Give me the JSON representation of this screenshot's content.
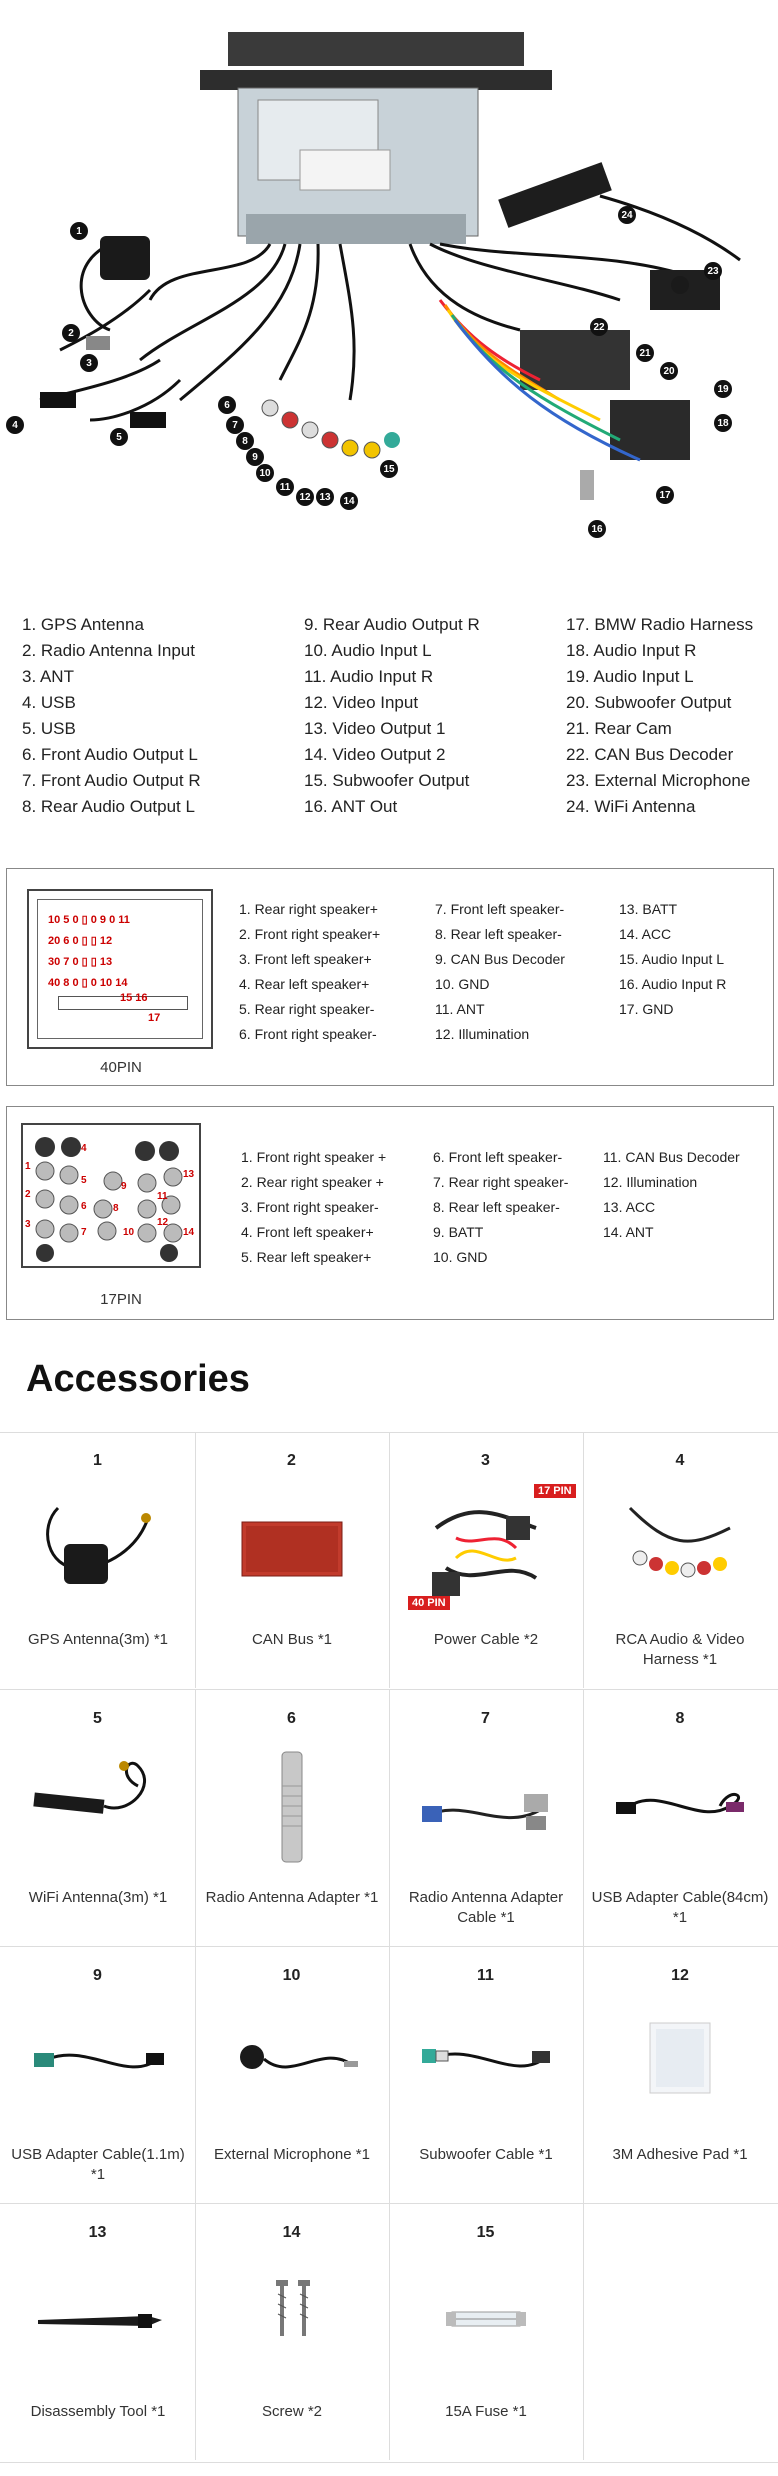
{
  "diagram": {
    "callouts": [
      "1",
      "2",
      "3",
      "4",
      "5",
      "6",
      "7",
      "8",
      "9",
      "10",
      "11",
      "12",
      "13",
      "14",
      "15",
      "16",
      "17",
      "18",
      "19",
      "20",
      "21",
      "22",
      "23",
      "24"
    ]
  },
  "legend": {
    "col1": [
      "1. GPS Antenna",
      "2. Radio Antenna Input",
      "3. ANT",
      "4. USB",
      "5. USB",
      "6. Front Audio Output L",
      "7. Front Audio Output R",
      "8. Rear Audio Output L"
    ],
    "col2": [
      "9.  Rear Audio Output R",
      "10. Audio Input L",
      "11. Audio Input R",
      "12. Video Input",
      "13. Video Output 1",
      "14. Video Output 2",
      "15. Subwoofer Output",
      "16. ANT Out"
    ],
    "col3": [
      "17. BMW Radio Harness",
      "18. Audio Input R",
      "19. Audio Input L",
      "20. Subwoofer Output",
      "21. Rear Cam",
      "22. CAN Bus Decoder",
      "23. External Microphone",
      "24. WiFi Antenna"
    ]
  },
  "pin40": {
    "caption": "40PIN",
    "connector_rows": [
      "10 5 0   ▯ 0 9 0 11",
      "20 6 0  ▯  ▯ 12",
      "30 7 0  ▯  ▯ 13",
      "40 8 0  ▯ 0 10 14"
    ],
    "connector_bottom": [
      "15 16",
      "17"
    ],
    "col1": [
      "1. Rear right speaker+",
      "2. Front right speaker+",
      "3. Front left speaker+",
      "4. Rear left speaker+",
      "5. Rear right speaker-",
      "6. Front right speaker-"
    ],
    "col2": [
      "7.  Front left speaker-",
      "8.  Rear left speaker-",
      "9.  CAN Bus Decoder",
      "10. GND",
      "11.  ANT",
      "12. Illumination"
    ],
    "col3": [
      "13. BATT",
      "14. ACC",
      "15. Audio Input L",
      "16. Audio Input R",
      "17. GND"
    ]
  },
  "pin17": {
    "caption": "17PIN",
    "pins": [
      "1",
      "2",
      "3",
      "4",
      "5",
      "6",
      "7",
      "8",
      "9",
      "10",
      "11",
      "12",
      "13",
      "14"
    ],
    "col1": [
      "1. Front right speaker +",
      "2. Rear right speaker +",
      "3. Front right speaker-",
      "4. Front left speaker+",
      "5. Rear left speaker+"
    ],
    "col2": [
      "6. Front left speaker-",
      "7. Rear right speaker-",
      "8. Rear left speaker-",
      "9. BATT",
      "10. GND"
    ],
    "col3": [
      "11. CAN Bus Decoder",
      "12. Illumination",
      "13. ACC",
      "14. ANT"
    ]
  },
  "accessories": {
    "title": "Accessories",
    "items": [
      {
        "num": "1",
        "label": "GPS Antenna(3m) *1",
        "icon": "gps-antenna"
      },
      {
        "num": "2",
        "label": "CAN Bus *1",
        "icon": "can-bus-box"
      },
      {
        "num": "3",
        "label": "Power Cable *2",
        "icon": "power-cable",
        "tags": [
          "17 PIN",
          "40 PIN"
        ]
      },
      {
        "num": "4",
        "label": "RCA Audio & Video Harness *1",
        "icon": "rca-harness"
      },
      {
        "num": "5",
        "label": "WiFi Antenna(3m) *1",
        "icon": "wifi-antenna"
      },
      {
        "num": "6",
        "label": "Radio Antenna Adapter *1",
        "icon": "antenna-adapter"
      },
      {
        "num": "7",
        "label": "Radio Antenna Adapter Cable *1",
        "icon": "antenna-adapter-cable"
      },
      {
        "num": "8",
        "label": "USB Adapter Cable(84cm) *1",
        "icon": "usb-cable"
      },
      {
        "num": "9",
        "label": "USB Adapter Cable(1.1m) *1",
        "icon": "usb-cable-long"
      },
      {
        "num": "10",
        "label": "External Microphone *1",
        "icon": "microphone"
      },
      {
        "num": "11",
        "label": "Subwoofer Cable *1",
        "icon": "subwoofer-cable"
      },
      {
        "num": "12",
        "label": "3M Adhesive Pad *1",
        "icon": "adhesive-pad"
      },
      {
        "num": "13",
        "label": "Disassembly Tool *1",
        "icon": "pry-tool"
      },
      {
        "num": "14",
        "label": "Screw *2",
        "icon": "screw"
      },
      {
        "num": "15",
        "label": "15A Fuse *1",
        "icon": "fuse"
      }
    ]
  }
}
